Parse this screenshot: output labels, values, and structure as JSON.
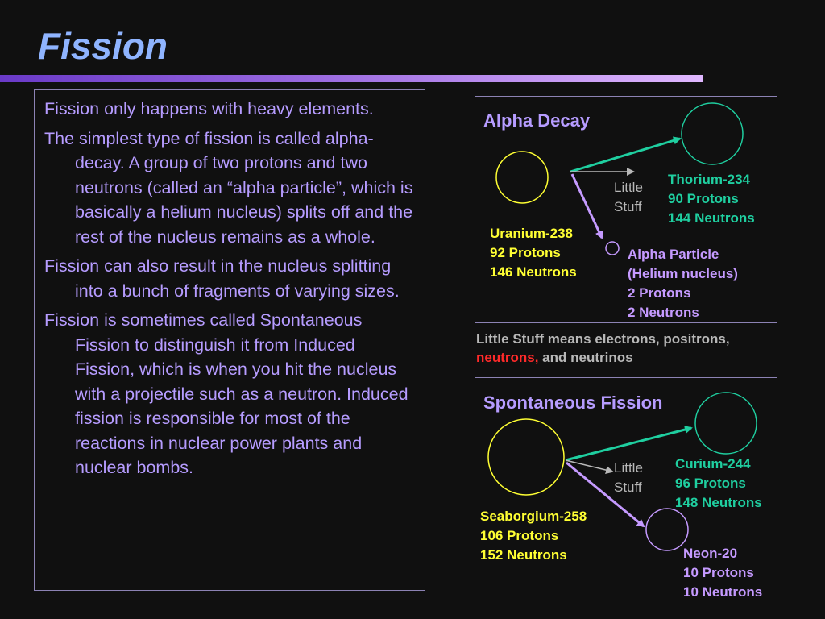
{
  "slide": {
    "title": "Fission"
  },
  "body": {
    "paragraphs": [
      "Fission only happens with heavy elements.",
      "The simplest type of fission is called alpha-decay.  A group of two protons and two neutrons (called an “alpha particle”, which is basically a helium nucleus) splits off and the rest of the nucleus remains as a whole.",
      "Fission can also result in the nucleus splitting into a bunch of fragments of varying sizes.",
      "Fission is sometimes called Spontaneous Fission to distinguish it from Induced Fission, which is when you hit the nucleus with a projectile such as a neutron.  Induced fission is responsible for most of the reactions in nuclear power plants and nuclear bombs."
    ]
  },
  "alpha_decay": {
    "title": "Alpha Decay",
    "parent": {
      "name": "Uranium-238",
      "protons": "92 Protons",
      "neutrons": "146 Neutrons"
    },
    "product": {
      "name": "Thorium-234",
      "protons": "90 Protons",
      "neutrons": "144 Neutrons"
    },
    "little_stuff": {
      "line1": "Little",
      "line2": "Stuff"
    },
    "particle": {
      "name": "Alpha Particle",
      "subtitle": "(Helium nucleus)",
      "protons": "2 Protons",
      "neutrons": "2 Neutrons"
    }
  },
  "note": {
    "part1": "Little Stuff means electrons, positrons,",
    "highlight": "neutrons,",
    "part2": " and neutrinos"
  },
  "spontaneous_fission": {
    "title": "Spontaneous Fission",
    "parent": {
      "name": "Seaborgium-258",
      "protons": "106 Protons",
      "neutrons": "152 Neutrons"
    },
    "product1": {
      "name": "Curium-244",
      "protons": "96 Protons",
      "neutrons": "148 Neutrons"
    },
    "little_stuff": {
      "line1": "Little",
      "line2": "Stuff"
    },
    "product2": {
      "name": "Neon-20",
      "protons": "10 Protons",
      "neutrons": "10 Neutrons"
    }
  },
  "colors": {
    "title": "#8fb4ff",
    "body_text": "#b69cff",
    "parent": "#ffff33",
    "product": "#1fcfa0",
    "fragment": "#c59aff",
    "little_stuff": "#b8b8b8",
    "highlight": "#ff2a2a"
  }
}
